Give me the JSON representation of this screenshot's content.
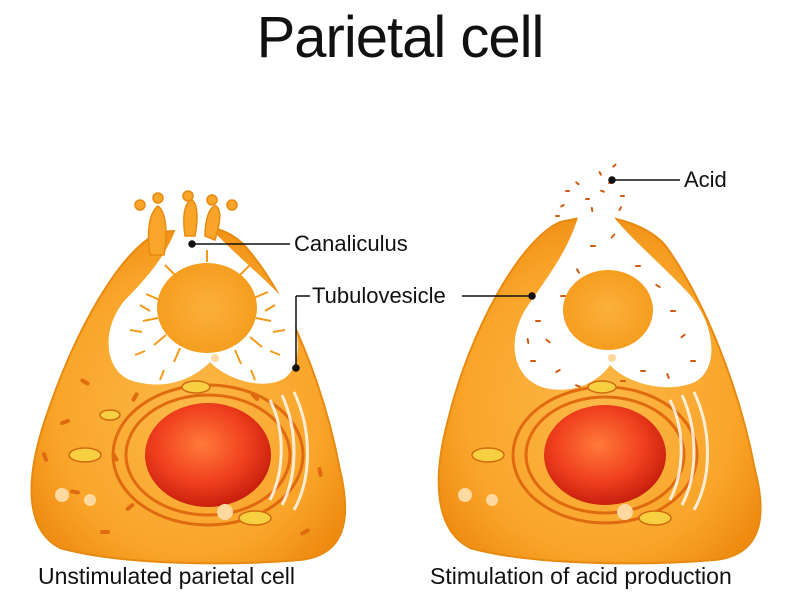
{
  "title": "Parietal cell",
  "labels": {
    "canaliculus": "Canaliculus",
    "tubulovesicle": "Tubulovesicle",
    "acid": "Acid"
  },
  "captions": {
    "unstimulated": "Unstimulated parietal cell",
    "stimulated": "Stimulation of acid production"
  },
  "colors": {
    "cell_light": "#fbb03b",
    "cell_dark": "#f08c00",
    "canaliculus": "#ffffff",
    "nucleus_outer": "#e8281a",
    "nucleus_inner": "#ff5a2a",
    "organelle": "#e06a10",
    "mitochondria": "#f6d040"
  }
}
